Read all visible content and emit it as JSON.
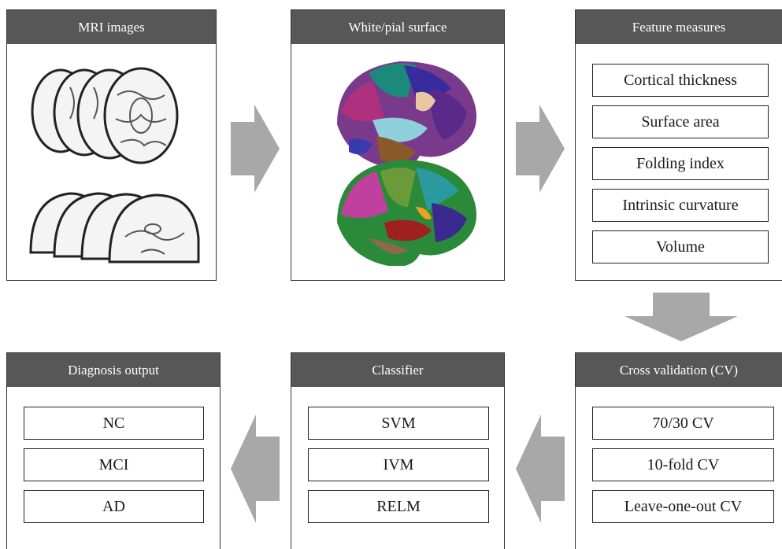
{
  "panels": {
    "mri": {
      "title": "MRI images"
    },
    "surface": {
      "title": "White/pial surface"
    },
    "features": {
      "title": "Feature measures",
      "items": [
        "Cortical thickness",
        "Surface area",
        "Folding index",
        "Intrinsic curvature",
        "Volume"
      ]
    },
    "cv": {
      "title": "Cross validation (CV)",
      "items": [
        "70/30 CV",
        "10-fold CV",
        "Leave-one-out CV"
      ]
    },
    "classifier": {
      "title": "Classifier",
      "items": [
        "SVM",
        "IVM",
        "RELM"
      ]
    },
    "diagnosis": {
      "title": "Diagnosis output",
      "items": [
        "NC",
        "MCI",
        "AD"
      ]
    }
  },
  "colors": {
    "header_bg": "#575757",
    "arrow": "#a8a8a8"
  }
}
